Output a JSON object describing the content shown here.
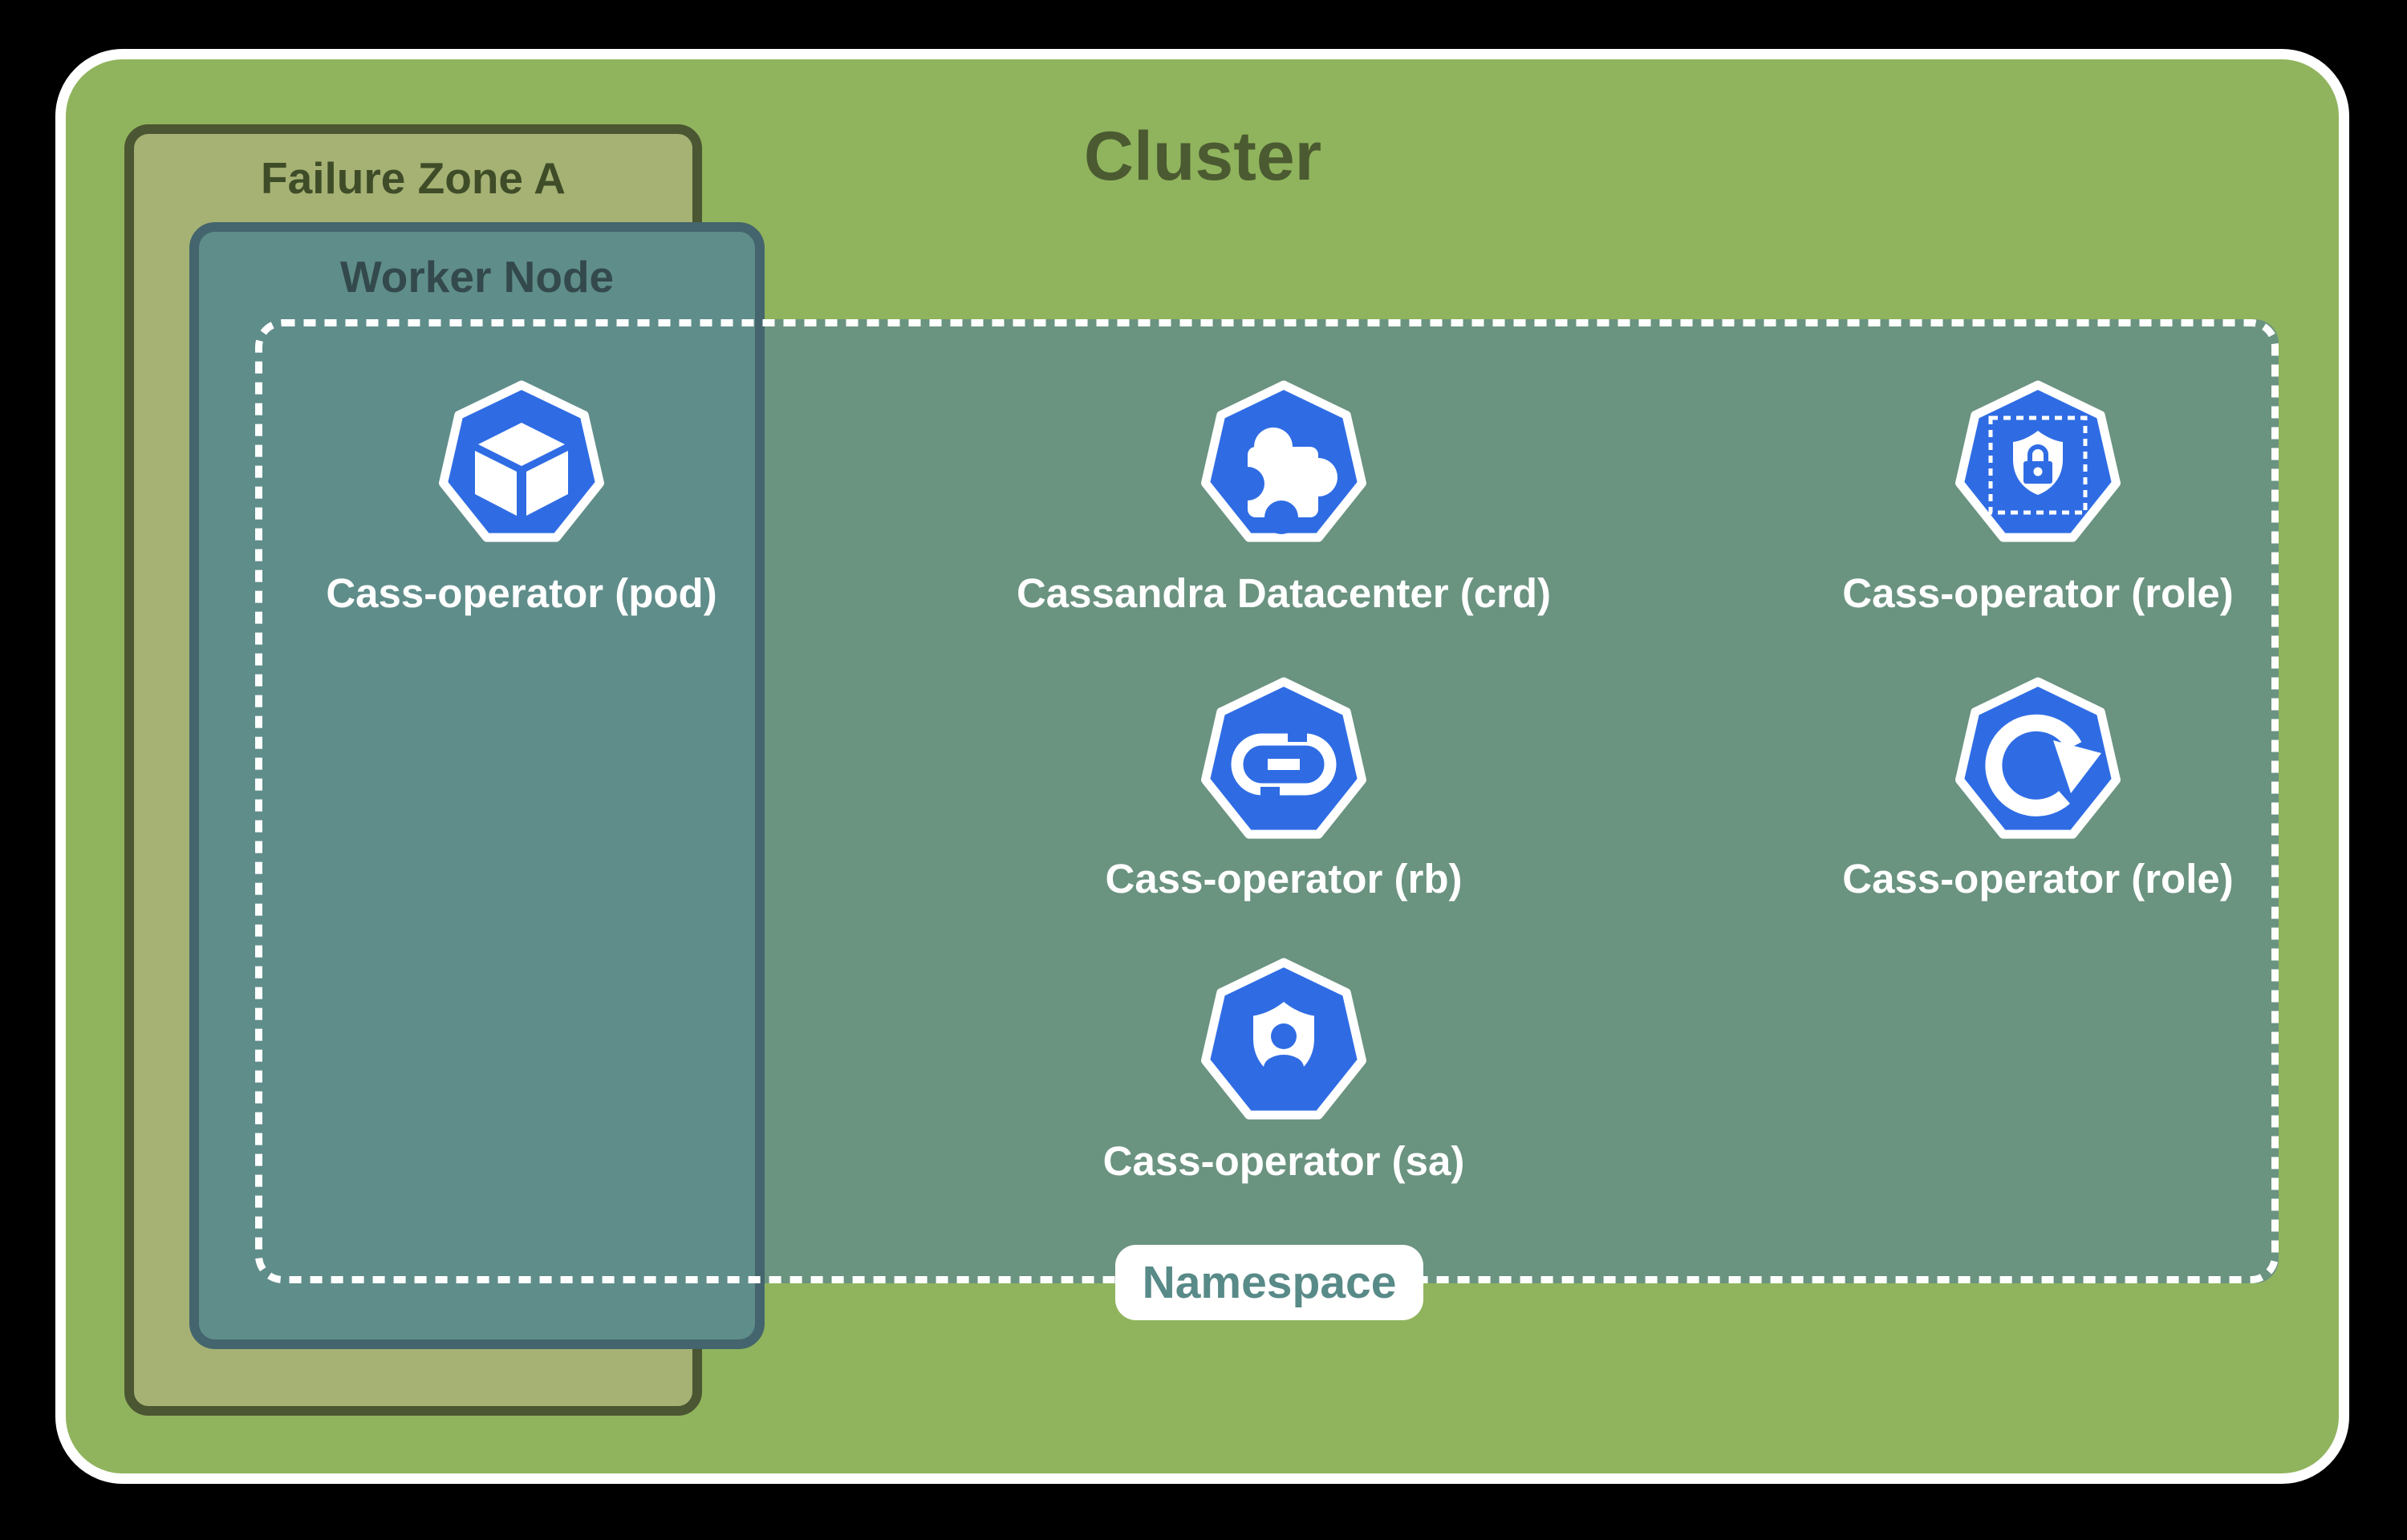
{
  "diagram": {
    "cluster": {
      "label": "Cluster"
    },
    "failure_zone": {
      "label": "Failure Zone A"
    },
    "worker_node": {
      "label": "Worker Node"
    },
    "namespace": {
      "label": "Namespace"
    },
    "resources": [
      {
        "label": "Cass-operator (pod)",
        "icon": "pod-cube-icon"
      },
      {
        "label": "Cassandra Datacenter (crd)",
        "icon": "puzzle-piece-icon"
      },
      {
        "label": "Cass-operator (role)",
        "icon": "shield-lock-icon"
      },
      {
        "label": "Cass-operator (rb)",
        "icon": "chain-link-icon"
      },
      {
        "label": "Cass-operator (role)",
        "icon": "rotate-arrow-icon"
      },
      {
        "label": "Cass-operator (sa)",
        "icon": "shield-user-icon"
      }
    ],
    "colors": {
      "background": "#000000",
      "cluster_fill": "#90b45d",
      "cluster_border": "#ffffff",
      "cluster_title_text": "#4b5a31",
      "failure_zone_fill": "#a5b274",
      "failure_zone_border": "#4b5632",
      "failure_zone_title_text": "#3f4c28",
      "worker_node_fill": "#5f8d8a",
      "worker_node_border": "#44656d",
      "worker_node_title_text": "#33494b",
      "namespace_fill": "#6a9380",
      "namespace_dashed_border": "#ffffff",
      "namespace_label_text": "#588a88",
      "kubernetes_blue": "#2f6ce4",
      "resource_label_text": "#ffffff"
    }
  }
}
